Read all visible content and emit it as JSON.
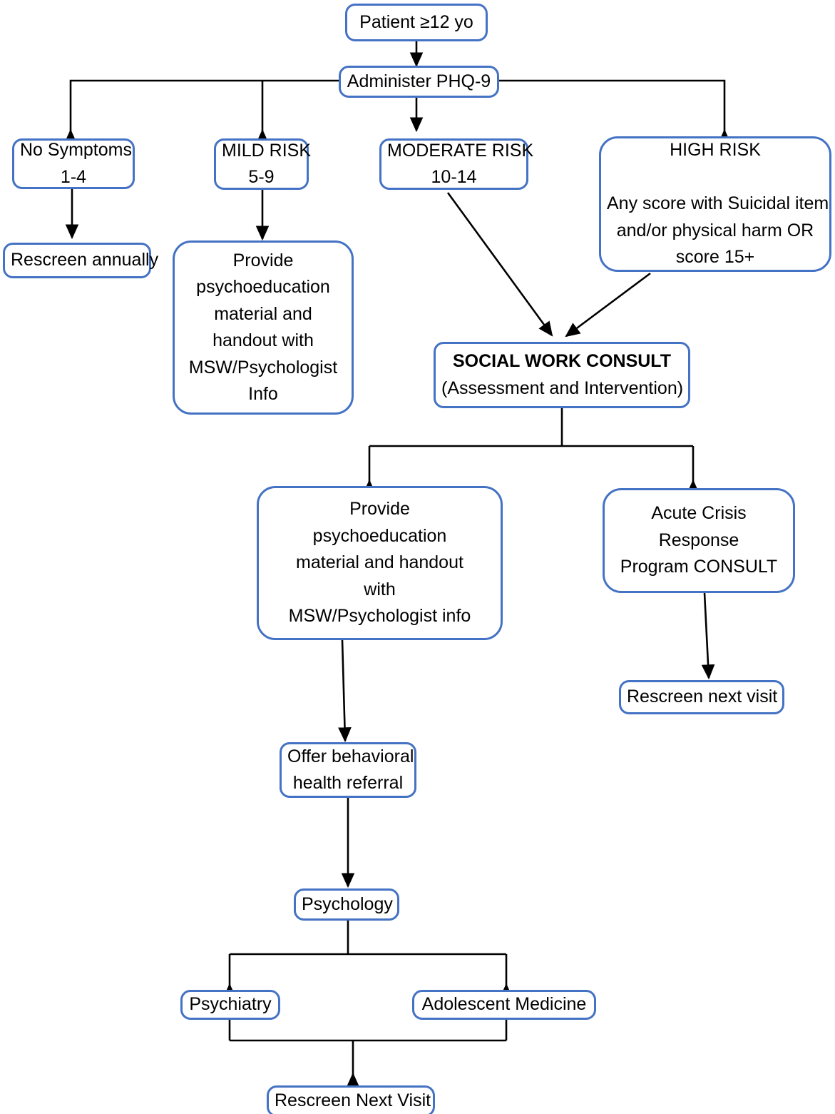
{
  "diagram": {
    "title": "PHQ-9 Depression Screening Clinical Pathway",
    "accent_color": "#4472C4",
    "edge_color": "#000000",
    "background": "#ffffff",
    "type": "flowchart"
  },
  "nodes": {
    "patient": {
      "lines": [
        "Patient ≥12 yo"
      ]
    },
    "administer": {
      "lines": [
        "Administer PHQ-9"
      ]
    },
    "no_symptoms": {
      "lines": [
        "No Symptoms",
        "1-4"
      ]
    },
    "mild_risk": {
      "lines": [
        "MILD RISK",
        "5-9"
      ]
    },
    "moderate_risk": {
      "lines": [
        "MODERATE RISK",
        "10-14"
      ]
    },
    "high_risk": {
      "lines": [
        "HIGH RISK",
        "",
        "Any score with Suicidal item",
        "and/or physical harm OR",
        "score 15+"
      ]
    },
    "rescreen_annually": {
      "lines": [
        "Rescreen annually"
      ]
    },
    "psychoed_mild": {
      "lines": [
        "Provide",
        "psychoeducation",
        "material and",
        "handout with",
        "MSW/Psychologist",
        "Info"
      ]
    },
    "social_work_consult": {
      "lines": [
        "SOCIAL WORK CONSULT",
        "(Assessment and Intervention)"
      ]
    },
    "psychoed_sw": {
      "lines": [
        "Provide",
        "psychoeducation",
        "material and handout",
        "with",
        "MSW/Psychologist info"
      ]
    },
    "acute_crisis": {
      "lines": [
        "Acute Crisis",
        "Response",
        "Program CONSULT"
      ]
    },
    "rescreen_next_visit_right": {
      "lines": [
        "Rescreen next visit"
      ]
    },
    "offer_referral": {
      "lines": [
        "Offer behavioral",
        "health referral"
      ]
    },
    "psychology": {
      "lines": [
        "Psychology"
      ]
    },
    "psychiatry": {
      "lines": [
        "Psychiatry"
      ]
    },
    "adolescent_medicine": {
      "lines": [
        "Adolescent Medicine"
      ]
    },
    "rescreen_next_visit_bottom": {
      "lines": [
        "Rescreen Next Visit"
      ]
    }
  },
  "chart_data": {
    "type": "flowchart",
    "title": "PHQ-9 Depression Screening Clinical Pathway",
    "nodes": [
      {
        "id": "patient",
        "label": "Patient ≥12 yo"
      },
      {
        "id": "administer",
        "label": "Administer PHQ-9"
      },
      {
        "id": "no_symptoms",
        "label": "No Symptoms 1-4"
      },
      {
        "id": "mild_risk",
        "label": "MILD RISK 5-9"
      },
      {
        "id": "moderate_risk",
        "label": "MODERATE RISK 10-14"
      },
      {
        "id": "high_risk",
        "label": "HIGH RISK Any score with Suicidal item and/or physical harm OR score 15+"
      },
      {
        "id": "rescreen_annually",
        "label": "Rescreen annually"
      },
      {
        "id": "psychoed_mild",
        "label": "Provide psychoeducation material and handout with MSW/Psychologist Info"
      },
      {
        "id": "social_work_consult",
        "label": "SOCIAL WORK CONSULT (Assessment and Intervention)"
      },
      {
        "id": "psychoed_sw",
        "label": "Provide psychoeducation material and handout with MSW/Psychologist info"
      },
      {
        "id": "acute_crisis",
        "label": "Acute Crisis Response Program CONSULT"
      },
      {
        "id": "rescreen_next_visit_right",
        "label": "Rescreen next visit"
      },
      {
        "id": "offer_referral",
        "label": "Offer behavioral health referral"
      },
      {
        "id": "psychology",
        "label": "Psychology"
      },
      {
        "id": "psychiatry",
        "label": "Psychiatry"
      },
      {
        "id": "adolescent_medicine",
        "label": "Adolescent Medicine"
      },
      {
        "id": "rescreen_next_visit_bottom",
        "label": "Rescreen Next Visit"
      }
    ],
    "edges": [
      {
        "from": "patient",
        "to": "administer"
      },
      {
        "from": "administer",
        "to": "no_symptoms"
      },
      {
        "from": "administer",
        "to": "mild_risk"
      },
      {
        "from": "administer",
        "to": "moderate_risk"
      },
      {
        "from": "administer",
        "to": "high_risk"
      },
      {
        "from": "no_symptoms",
        "to": "rescreen_annually"
      },
      {
        "from": "mild_risk",
        "to": "psychoed_mild"
      },
      {
        "from": "moderate_risk",
        "to": "social_work_consult"
      },
      {
        "from": "high_risk",
        "to": "social_work_consult"
      },
      {
        "from": "social_work_consult",
        "to": "psychoed_sw"
      },
      {
        "from": "social_work_consult",
        "to": "acute_crisis"
      },
      {
        "from": "acute_crisis",
        "to": "rescreen_next_visit_right"
      },
      {
        "from": "psychoed_sw",
        "to": "offer_referral"
      },
      {
        "from": "offer_referral",
        "to": "psychology"
      },
      {
        "from": "psychology",
        "to": "psychiatry"
      },
      {
        "from": "psychology",
        "to": "adolescent_medicine"
      },
      {
        "from": "psychiatry",
        "to": "rescreen_next_visit_bottom"
      },
      {
        "from": "adolescent_medicine",
        "to": "rescreen_next_visit_bottom"
      }
    ]
  }
}
